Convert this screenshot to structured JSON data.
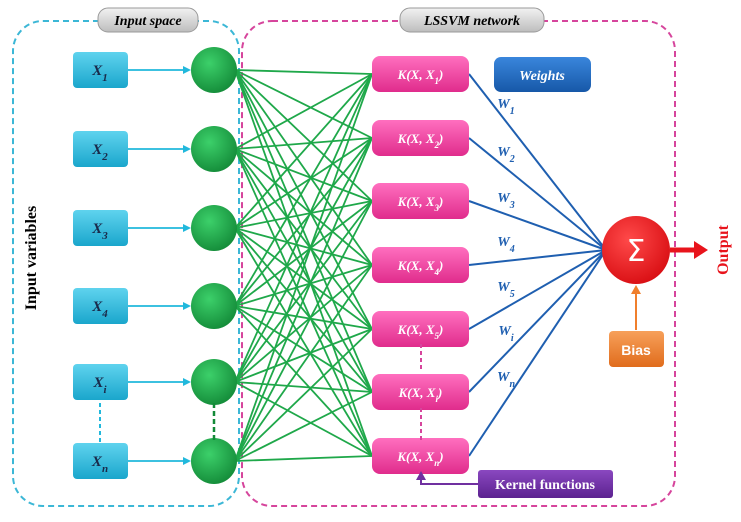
{
  "groups": {
    "input_space": "Input space",
    "network": "LSSVM network"
  },
  "side_label": "Input variables",
  "inputs": [
    {
      "base": "X",
      "sub": "1"
    },
    {
      "base": "X",
      "sub": "2"
    },
    {
      "base": "X",
      "sub": "3"
    },
    {
      "base": "X",
      "sub": "4"
    },
    {
      "base": "X",
      "sub": "i"
    },
    {
      "base": "X",
      "sub": "n"
    }
  ],
  "kernels": [
    {
      "base": "K(X, X",
      "sub": "1",
      "close": ")"
    },
    {
      "base": "K(X, X",
      "sub": "2",
      "close": ")"
    },
    {
      "base": "K(X, X",
      "sub": "3",
      "close": ")"
    },
    {
      "base": "K(X, X",
      "sub": "4",
      "close": ")"
    },
    {
      "base": "K(X, X",
      "sub": "5",
      "close": ")"
    },
    {
      "base": "K(X, X",
      "sub": "i",
      "close": ")"
    },
    {
      "base": "K(X, X",
      "sub": "n",
      "close": ")"
    }
  ],
  "weights_box": "Weights",
  "weights": [
    {
      "base": "W",
      "sub": "1"
    },
    {
      "base": "W",
      "sub": "2"
    },
    {
      "base": "W",
      "sub": "3"
    },
    {
      "base": "W",
      "sub": "4"
    },
    {
      "base": "W",
      "sub": "5"
    },
    {
      "base": "W",
      "sub": "i"
    },
    {
      "base": "W",
      "sub": "n"
    }
  ],
  "sum_symbol": "Σ",
  "bias": "Bias",
  "output": "Output",
  "kernel_functions": "Kernel functions",
  "colors": {
    "input_box": "#21b8dc",
    "input_node": "#1fa84a",
    "green_lines": "#1fa84a",
    "kernel_box": "#ee3c9a",
    "blue_lines": "#1f5fb0",
    "sum_node": "#ee1c24",
    "bias_box": "#f07f2c",
    "kernel_fn_box": "#7030a0",
    "weights_box": "#1f6cc4",
    "dashed_cyan": "#3cb7d6",
    "dashed_pink": "#d6459c"
  }
}
